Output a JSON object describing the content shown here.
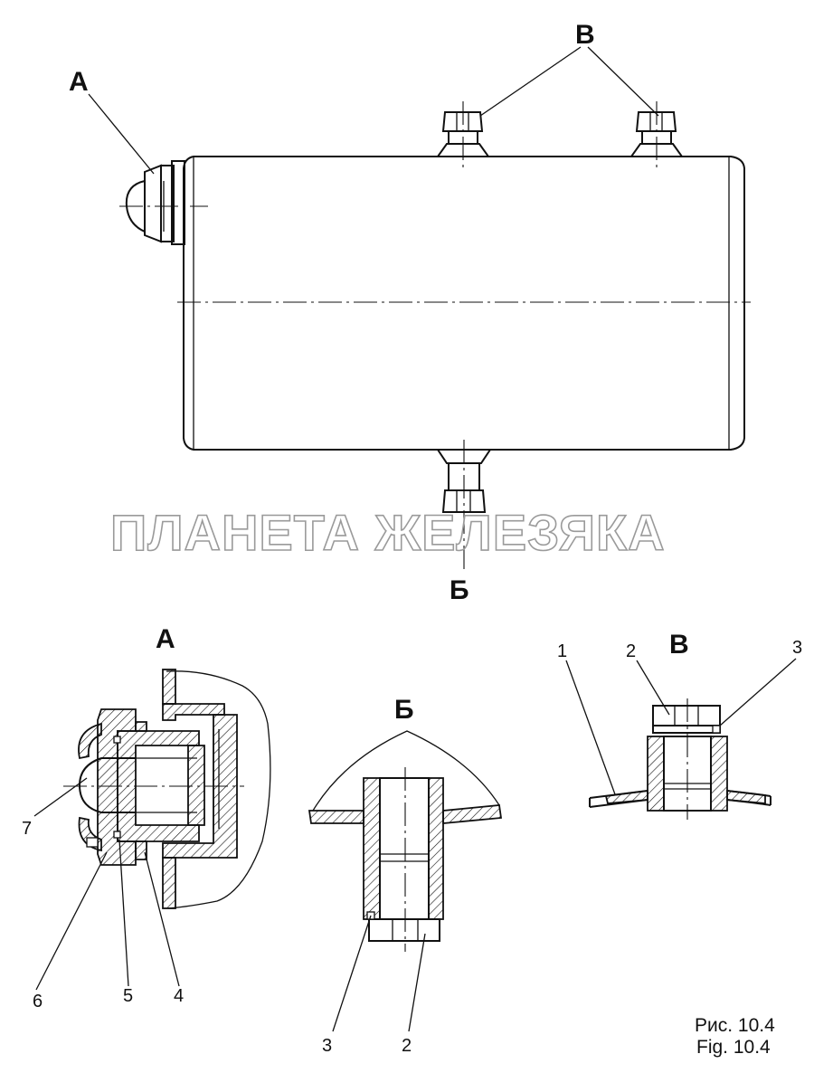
{
  "labels": {
    "a_main": "А",
    "b_main": "Б",
    "v_main": "В",
    "a_section": "А",
    "b_section": "Б",
    "v_section": "В",
    "watermark": "ПЛАНЕТА ЖЕЛЕЗЯКА"
  },
  "callouts": {
    "a": [
      "7",
      "6",
      "5",
      "4"
    ],
    "b": [
      "3",
      "2"
    ],
    "v": [
      "1",
      "2",
      "3"
    ]
  },
  "caption": {
    "ru": "Рис. 10.4",
    "en": "Fig. 10.4"
  }
}
